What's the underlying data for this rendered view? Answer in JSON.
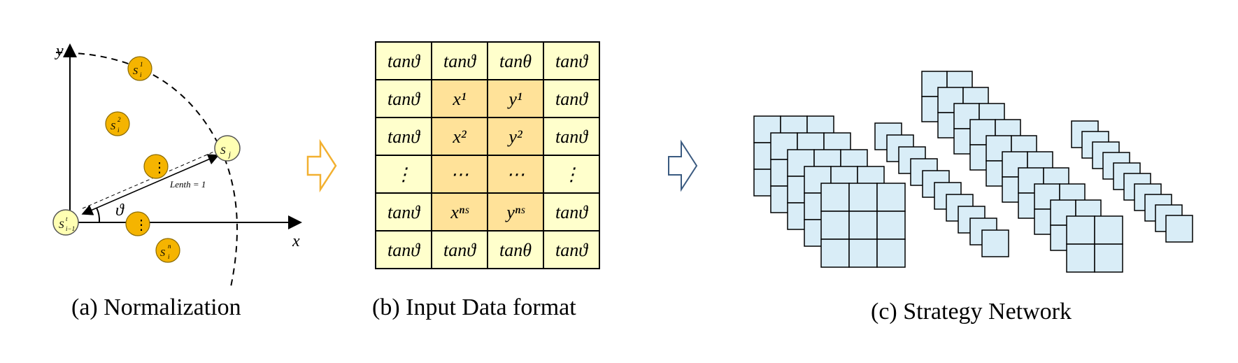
{
  "captions": {
    "a": "(a) Normalization",
    "b": "(b) Input Data format",
    "c": "(c) Strategy Network"
  },
  "normalization": {
    "axis_x": "x",
    "axis_y": "y",
    "angle_symbol": "ϑ",
    "length_label": "Lenth = 1",
    "origin_node": "S",
    "origin_sup": "t",
    "origin_sub": "i−1",
    "target_node": "S",
    "target_sub": "j",
    "nodes": [
      {
        "base": "S",
        "sup": "1",
        "sub": "i"
      },
      {
        "base": "S",
        "sup": "2",
        "sub": "i"
      },
      {
        "base": "⋮",
        "sup": "",
        "sub": ""
      },
      {
        "base": "⋮",
        "sup": "",
        "sub": ""
      },
      {
        "base": "S",
        "sup": "n",
        "sub": "i"
      }
    ],
    "colors": {
      "origin_fill": "#ffffb3",
      "node_fill": "#f5b400",
      "node_stroke": "#8a6a00"
    }
  },
  "input_grid": {
    "rows": [
      [
        "tanϑ",
        "tanϑ",
        "tanθ",
        "tanϑ"
      ],
      [
        "tanϑ",
        "x¹",
        "y¹",
        "tanϑ"
      ],
      [
        "tanϑ",
        "x²",
        "y²",
        "tanϑ"
      ],
      [
        "⋮",
        "⋯",
        "⋯",
        "⋮"
      ],
      [
        "tanϑ",
        "xⁿˢ",
        "yⁿˢ",
        "tanϑ"
      ],
      [
        "tanϑ",
        "tanϑ",
        "tanθ",
        "tanϑ"
      ]
    ],
    "colors": {
      "outer": "#ffffcc",
      "inner": "#ffe299",
      "border": "#000000"
    }
  },
  "arrows": {
    "first_color": "#f2b030",
    "second_color": "#3a5a80"
  },
  "network": {
    "cell_fill": "#d9edf7",
    "cell_stroke": "#000000"
  }
}
